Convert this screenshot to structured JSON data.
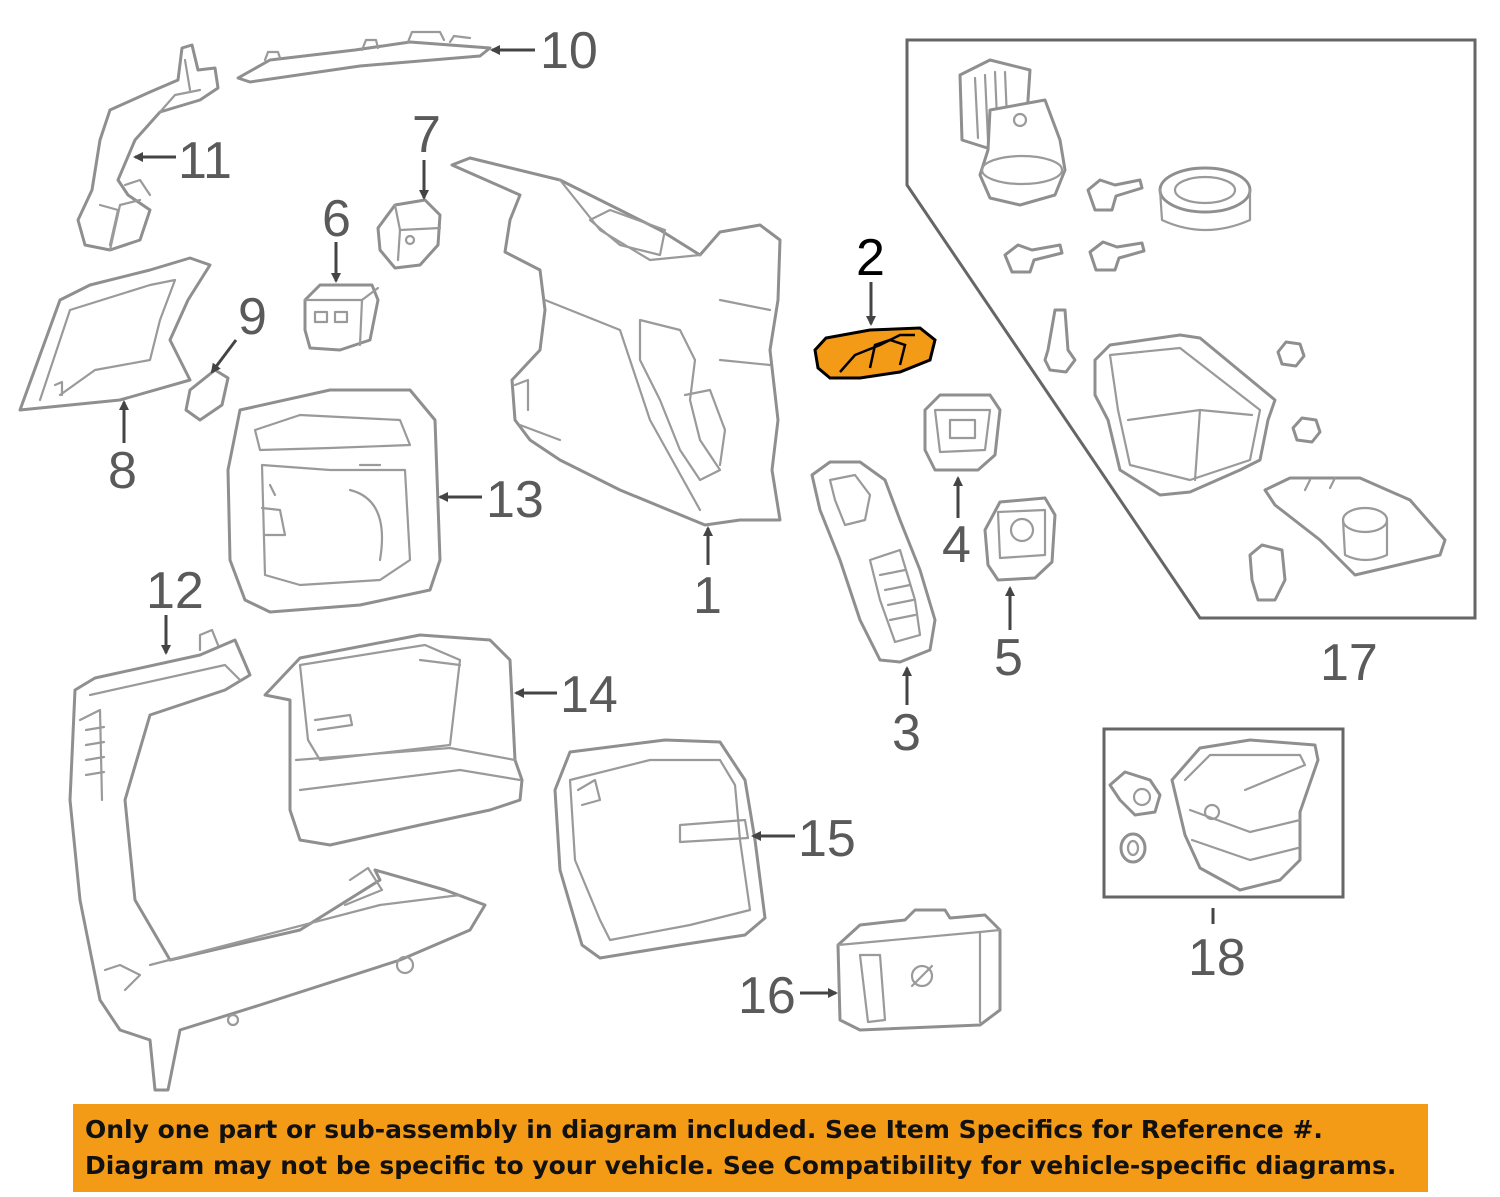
{
  "callouts": [
    {
      "id": "1",
      "label": "1"
    },
    {
      "id": "2",
      "label": "2"
    },
    {
      "id": "3",
      "label": "3"
    },
    {
      "id": "4",
      "label": "4"
    },
    {
      "id": "5",
      "label": "5"
    },
    {
      "id": "6",
      "label": "6"
    },
    {
      "id": "7",
      "label": "7"
    },
    {
      "id": "8",
      "label": "8"
    },
    {
      "id": "9",
      "label": "9"
    },
    {
      "id": "10",
      "label": "10"
    },
    {
      "id": "11",
      "label": "11"
    },
    {
      "id": "12",
      "label": "12"
    },
    {
      "id": "13",
      "label": "13"
    },
    {
      "id": "14",
      "label": "14"
    },
    {
      "id": "15",
      "label": "15"
    },
    {
      "id": "16",
      "label": "16"
    },
    {
      "id": "17",
      "label": "17"
    },
    {
      "id": "18",
      "label": "18"
    }
  ],
  "highlighted_part": "2",
  "colors": {
    "highlight": "#f39a16",
    "banner": "#f39a16",
    "line": "#8f8f8f"
  },
  "banner": {
    "line1": "Only one part or sub-assembly in diagram included. See Item Specifics for Reference #.",
    "line2": "Diagram may not be specific to your vehicle. See Compatibility for vehicle-specific diagrams."
  }
}
